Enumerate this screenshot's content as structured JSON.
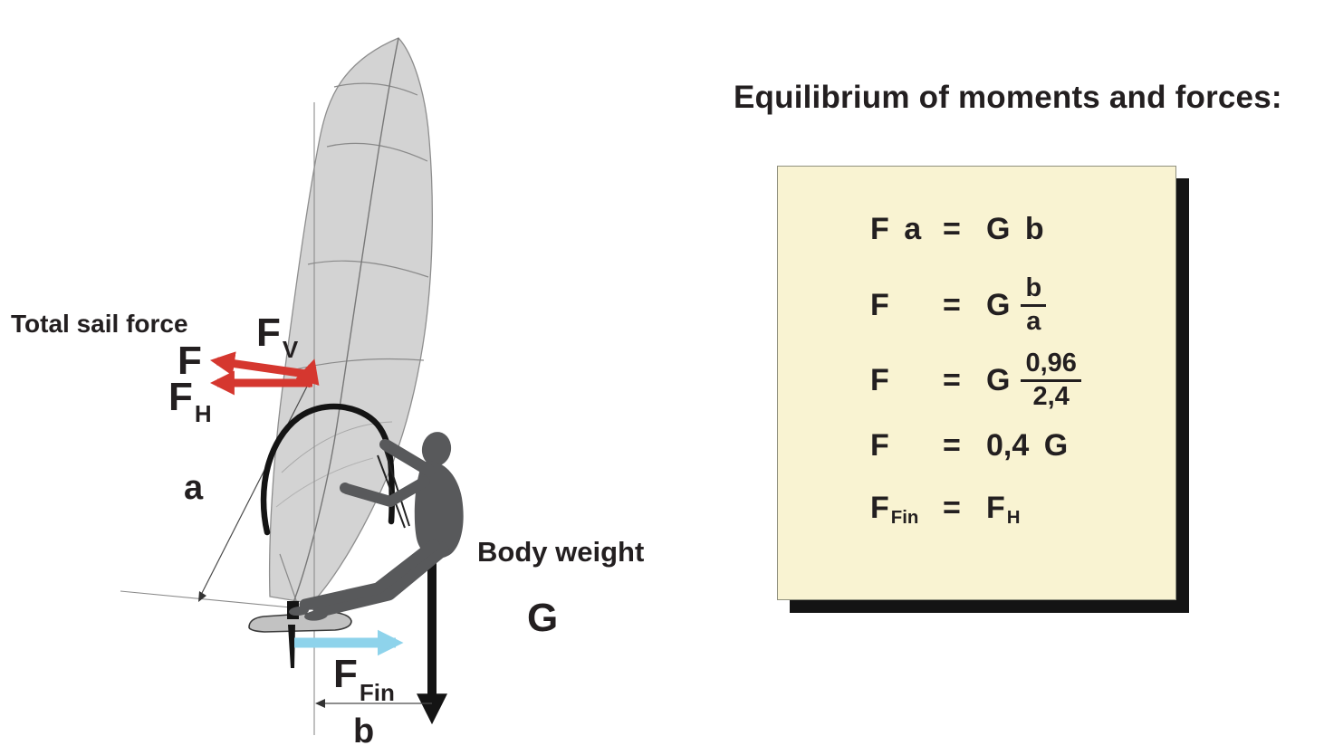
{
  "title": "Equilibrium of moments and forces:",
  "diagram": {
    "labels": {
      "total_sail_force": "Total sail force",
      "f": "F",
      "fh_base": "F",
      "fh_sub": "H",
      "fv_base": "F",
      "fv_sub": "V",
      "a": "a",
      "b": "b",
      "ffin_base": "F",
      "ffin_sub": "Fin",
      "body_weight": "Body weight",
      "g": "G"
    },
    "colors": {
      "sail_force_arrow": "#d5372f",
      "fin_force_arrow": "#8ed3eb",
      "weight_arrow": "#141414",
      "sail_fill": "#d3d3d3",
      "board_fill": "#c2c2c2",
      "person_fill": "#58595b",
      "text": "#231f20"
    }
  },
  "panel": {
    "colors": {
      "box_bg": "#f9f3d2",
      "box_shadow": "#141414",
      "text": "#231f20"
    },
    "equations": [
      {
        "lhs": "F a",
        "eq": "=",
        "rhs": "G b"
      },
      {
        "lhs": "F",
        "eq": "=",
        "rhs_pre": "G",
        "frac_num": "b",
        "frac_den": "a"
      },
      {
        "lhs": "F",
        "eq": "=",
        "rhs_pre": "G",
        "frac_num": "0,96",
        "frac_den": "2,4"
      },
      {
        "lhs": "F",
        "eq": "=",
        "rhs": "0,4 G"
      },
      {
        "lhs_base": "F",
        "lhs_sub": "Fin",
        "eq": "=",
        "rhs_base": "F",
        "rhs_sub": "H"
      }
    ]
  }
}
